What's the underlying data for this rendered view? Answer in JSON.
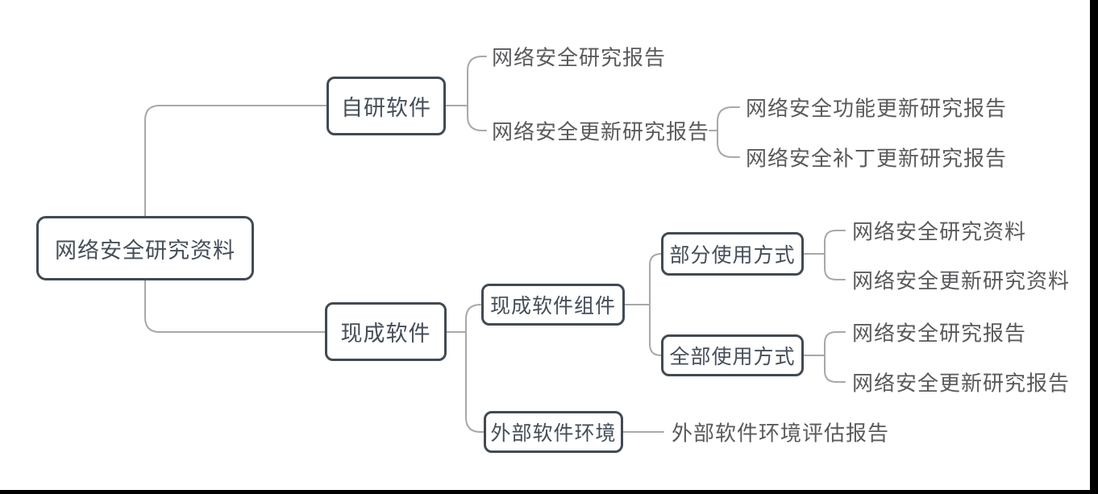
{
  "colors": {
    "background": "#ffffff",
    "node_border": "#414a53",
    "node_text": "#454e58",
    "leaf_text": "#595a5c",
    "connector": "#a8a8a8",
    "letterbox": "#000000"
  },
  "tree": {
    "label": "网络安全研究资料",
    "children": [
      {
        "label": "自研软件",
        "children": [
          {
            "label": "网络安全研究报告"
          },
          {
            "label": "网络安全更新研究报告",
            "children": [
              {
                "label": "网络安全功能更新研究报告"
              },
              {
                "label": "网络安全补丁更新研究报告"
              }
            ]
          }
        ]
      },
      {
        "label": "现成软件",
        "children": [
          {
            "label": "现成软件组件",
            "children": [
              {
                "label": "部分使用方式",
                "children": [
                  {
                    "label": "网络安全研究资料"
                  },
                  {
                    "label": "网络安全更新研究资料"
                  }
                ]
              },
              {
                "label": "全部使用方式",
                "children": [
                  {
                    "label": "网络安全研究报告"
                  },
                  {
                    "label": "网络安全更新研究报告"
                  }
                ]
              }
            ]
          },
          {
            "label": "外部软件环境",
            "children": [
              {
                "label": "外部软件环境评估报告"
              }
            ]
          }
        ]
      }
    ]
  }
}
